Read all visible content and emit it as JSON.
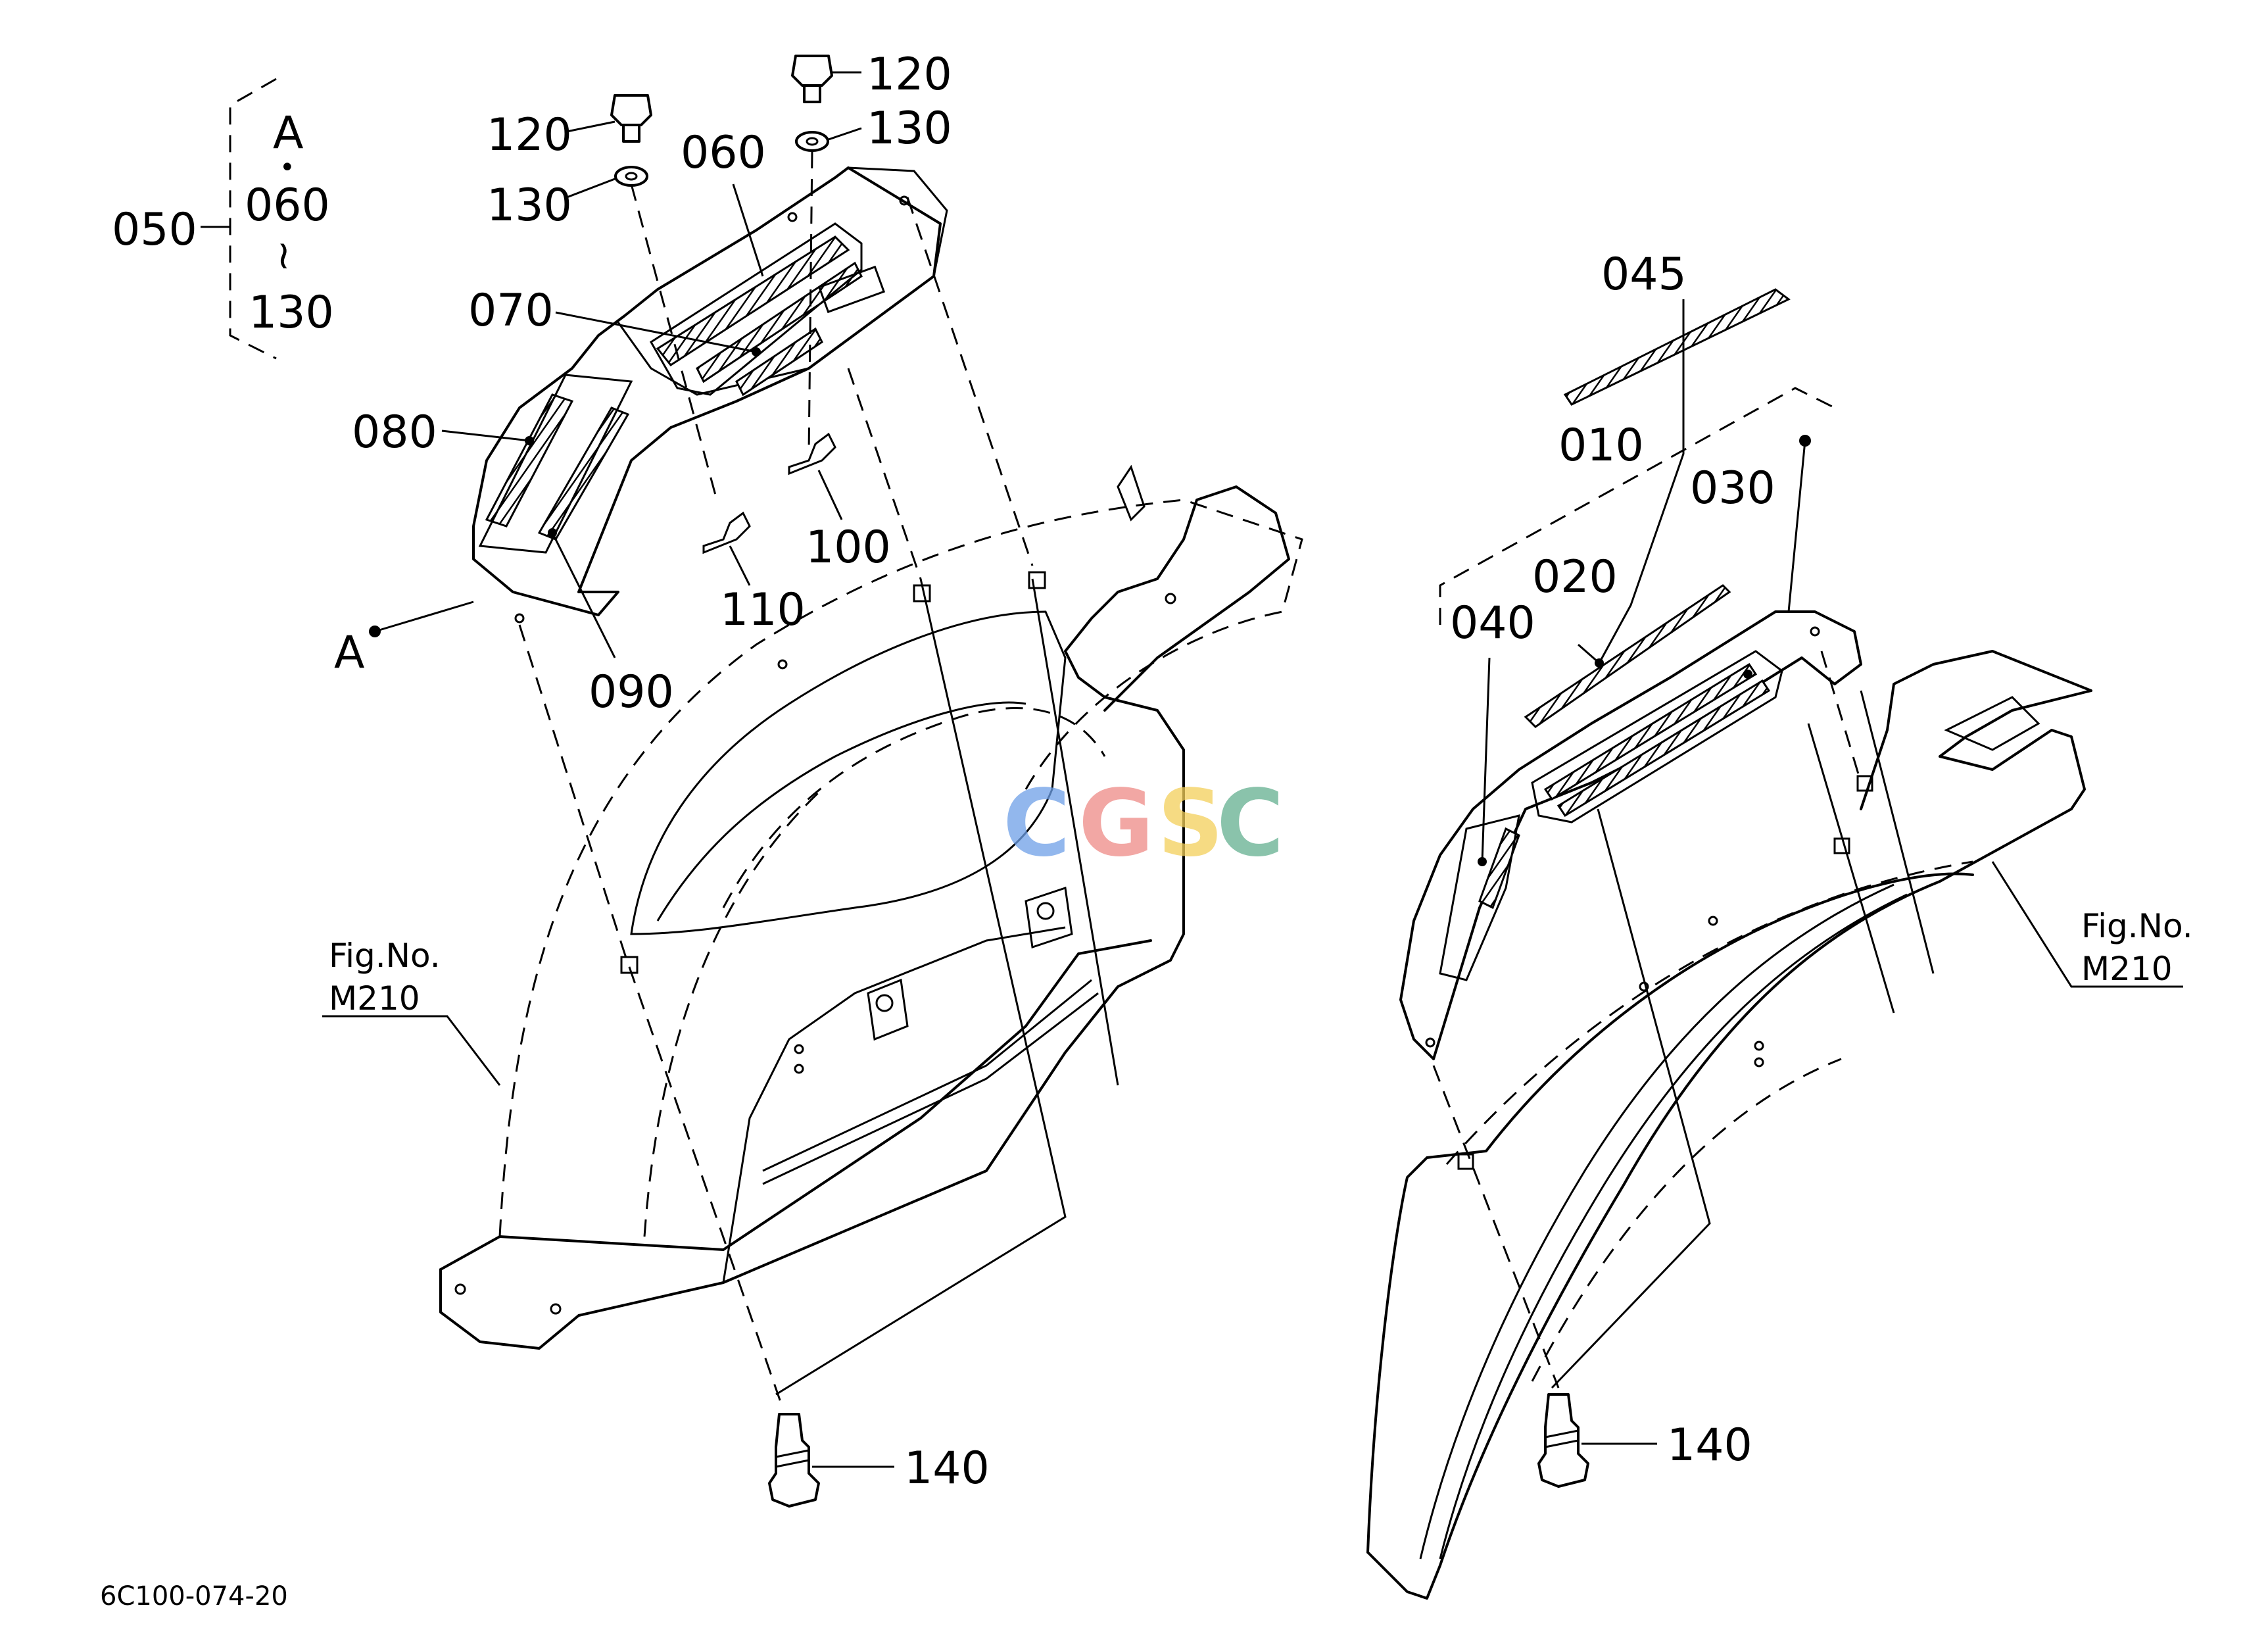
{
  "callouts": {
    "c050": "050",
    "bracket_a": "A",
    "bracket_dot": "•",
    "bracket_060": "060",
    "bracket_tilde": "≀",
    "bracket_130": "130",
    "c120_left": "120",
    "c130_left": "130",
    "c120_right": "120",
    "c130_right": "130",
    "c060": "060",
    "c070": "070",
    "c080": "080",
    "c090": "090",
    "c100": "100",
    "c110": "110",
    "a_marker": "A",
    "c140_left": "140",
    "c045": "045",
    "c010": "010",
    "c030": "030",
    "c020": "020",
    "c040": "040",
    "c140_right": "140"
  },
  "references": {
    "left_fig": "Fig.No.",
    "left_fig_no": "M210",
    "right_fig": "Fig.No.",
    "right_fig_no": "M210"
  },
  "watermark": {
    "c1": "C",
    "g": "G",
    "s": "S",
    "c2": "C",
    "colors": [
      "#6ea0e8",
      "#ee8a86",
      "#f3cf5a",
      "#63b08f"
    ]
  },
  "drawing_code": "6C100-074-20"
}
